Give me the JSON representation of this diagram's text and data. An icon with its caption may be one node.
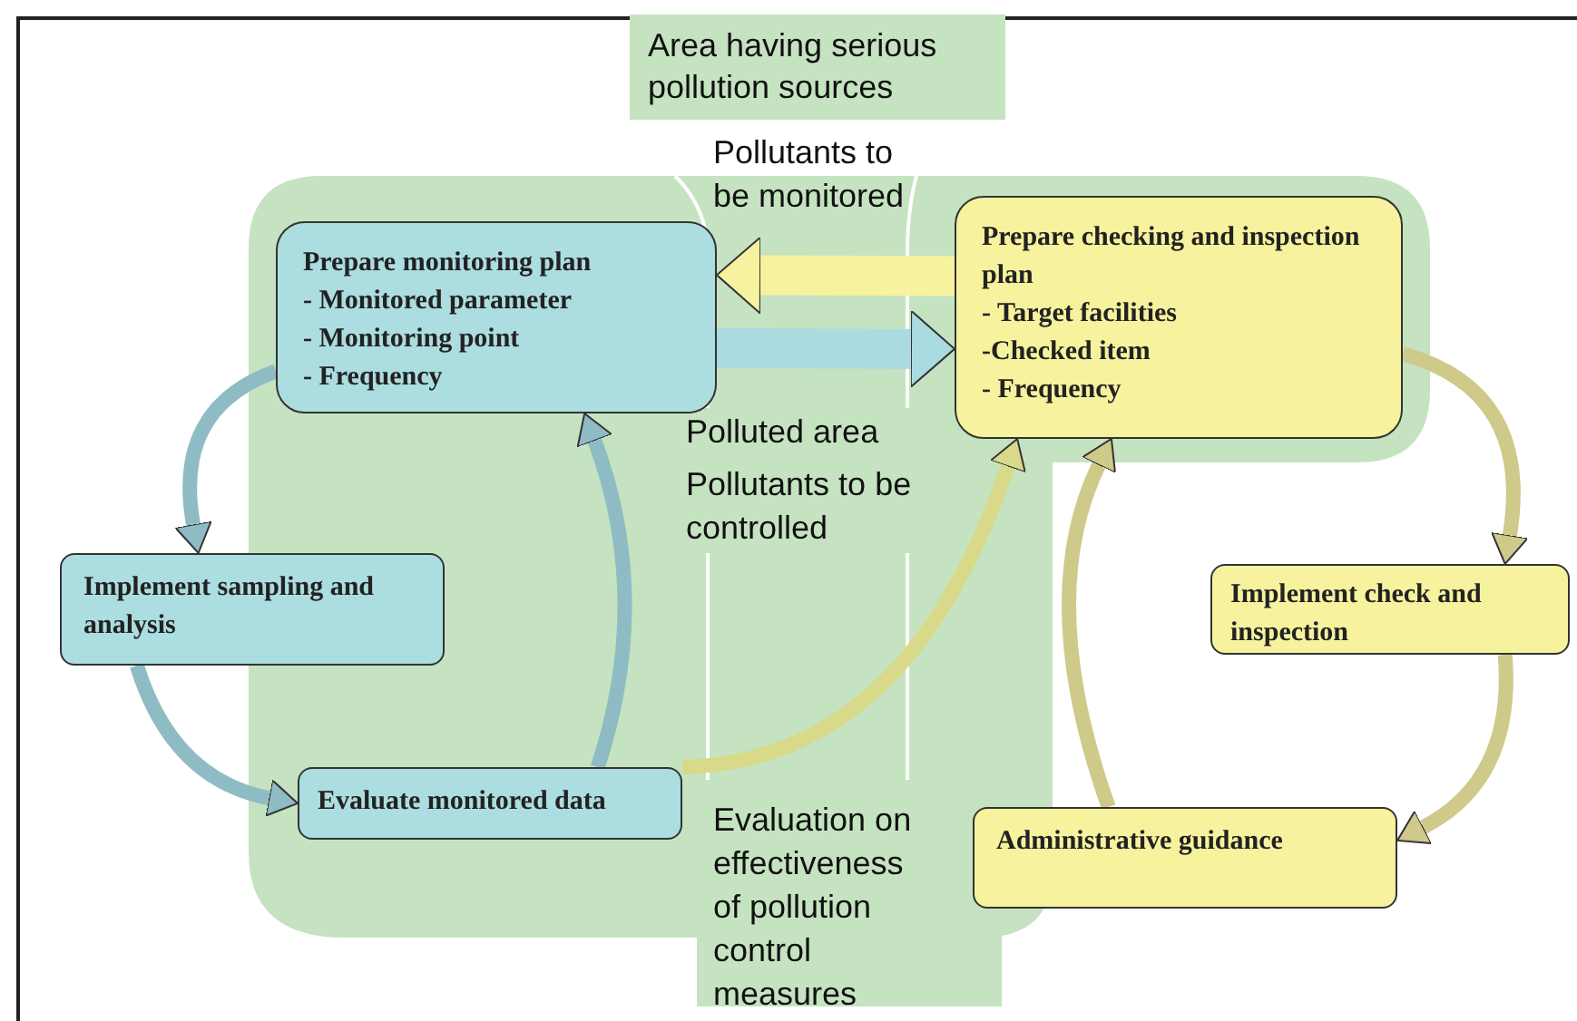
{
  "diagram": {
    "nodes": [
      {
        "text": [
          "Prepare monitoring plan",
          "- Monitored parameter",
          "- Monitoring point",
          "- Frequency"
        ]
      },
      {
        "text": [
          "Prepare checking and inspection plan",
          "- Target facilities",
          "-Checked item",
          "- Frequency"
        ]
      },
      {
        "text": [
          "Implement sampling and analysis"
        ]
      },
      {
        "text": [
          "Evaluate monitored data"
        ]
      },
      {
        "text": [
          "Implement check and inspection"
        ]
      },
      {
        "text": [
          "Administrative guidance"
        ]
      },
      {
        "text": [
          "Area having  serious pollution sources"
        ]
      }
    ],
    "edges": [
      {
        "from": 1,
        "to": 0,
        "arrow": "to",
        "style": "thick",
        "color": "#f7f2a0"
      },
      {
        "from": 0,
        "to": 1,
        "arrow": "to",
        "style": "thick",
        "color": "#a9dbe0"
      },
      {
        "from": 0,
        "to": 2,
        "arrow": "to",
        "color": "#8fbcc4"
      },
      {
        "from": 2,
        "to": 3,
        "arrow": "to",
        "color": "#8fbcc4"
      },
      {
        "from": 3,
        "to": 0,
        "arrow": "to",
        "color": "#8fbcc4"
      },
      {
        "from": 3,
        "to": 1,
        "arrow": "to",
        "color": "#d9d98a"
      },
      {
        "from": 1,
        "to": 4,
        "arrow": "to",
        "color": "#cfc98a"
      },
      {
        "from": 4,
        "to": 5,
        "arrow": "to",
        "color": "#cfc98a"
      },
      {
        "from": 5,
        "to": 1,
        "arrow": "to",
        "color": "#cfc98a"
      }
    ],
    "labels": [
      "Pollutants to be monitored",
      "Polluted area",
      "Pollutants to be controlled",
      "Evaluation on effectiveness of pollution control measures"
    ]
  }
}
